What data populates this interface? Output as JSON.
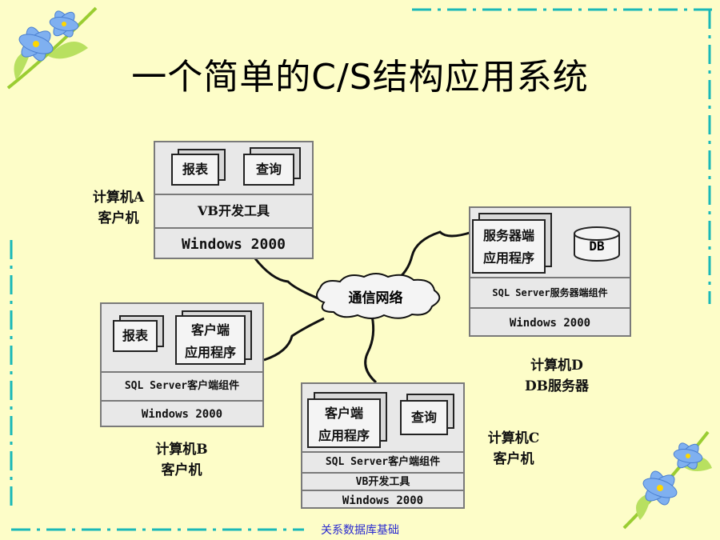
{
  "slide": {
    "title": "一个简单的C/S结构应用系统",
    "footer": "关系数据库基础"
  },
  "network": {
    "label": "通信网络"
  },
  "computers": {
    "a": {
      "label_line1": "计算机A",
      "label_line2": "客户机",
      "docs": [
        "报表",
        "查询"
      ],
      "tool": "VB开发工具",
      "os": "Windows 2000"
    },
    "b": {
      "label_line1": "计算机B",
      "label_line2": "客户机",
      "docs": [
        "报表"
      ],
      "app_line1": "客户端",
      "app_line2": "应用程序",
      "component": "SQL Server客户端组件",
      "os": "Windows 2000"
    },
    "c": {
      "label_line1": "计算机C",
      "label_line2": "客户机",
      "app_line1": "客户端",
      "app_line2": "应用程序",
      "docs": [
        "查询"
      ],
      "component": "SQL Server客户端组件",
      "tool": "VB开发工具",
      "os": "Windows 2000"
    },
    "d": {
      "label_line1": "计算机D",
      "label_line2": "DB服务器",
      "app_line1": "服务器端",
      "app_line2": "应用程序",
      "db": "DB",
      "component": "SQL Server服务器端组件",
      "os": "Windows 2000"
    }
  },
  "colors": {
    "background": "#fdfdc8",
    "border_dashes": "#19b8b8",
    "footer_text": "#2a2ad0",
    "flower_petal": "#7fb0f0",
    "leaf": "#b8e060"
  },
  "icons": [
    "flower-icon",
    "cloud-icon",
    "database-icon",
    "document-icon"
  ]
}
